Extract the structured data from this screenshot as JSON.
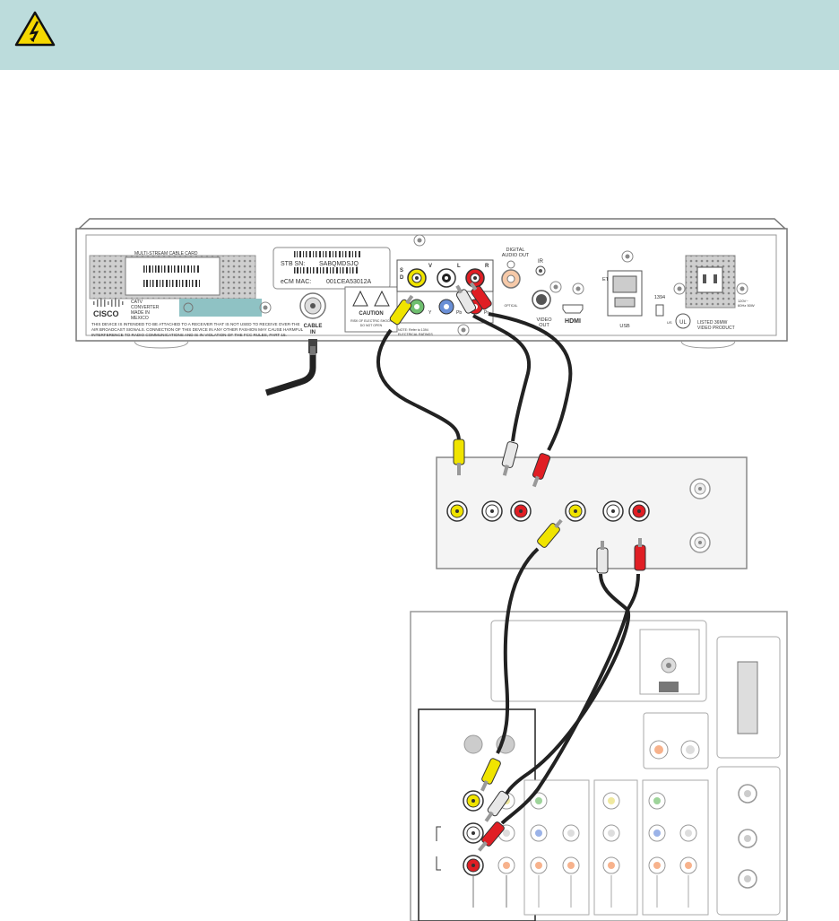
{
  "stb": {
    "cablecard": "MULTI-STREAM CABLE CARD",
    "stb_sn": "STB SN:",
    "stb_sn_value": "SABQMDSJQ",
    "ecm_mac": "eCM MAC:",
    "ecm_mac_value": "001CEA53012A",
    "brand": "CISCO",
    "catv1": "CATV",
    "catv2": "CONVERTER",
    "made1": "MADE IN",
    "made2": "MEXICO",
    "notice1": "THIS DEVICE IS INTENDED TO BE ATTACHED TO A RECEIVER THAT IS NOT USED TO RECEIVE OVER-THE",
    "notice2": "AIR BROADCAST SIGNALS. CONNECTION OF THIS DEVICE IN ANY OTHER FASHION MAY CAUSE HARMFUL",
    "notice3": "INTERFERENCE TO RADIO COMMUNICATIONS AND IS IN VIOLATION OF THE FCC RULES, PART 15.",
    "cable_in1": "CABLE",
    "cable_in2": "IN",
    "caution": "CAUTION",
    "caution_sub1": "RISK OF ELECTRIC SHOCK",
    "caution_sub2": "DO NOT OPEN",
    "sd1": "S",
    "sd2": "D",
    "v": "V",
    "l": "L",
    "r": "R",
    "y": "Y",
    "pb": "Pb",
    "pr": "Pr",
    "digital_audio_out1": "DIGITAL",
    "digital_audio_out2": "AUDIO OUT",
    "optical": "OPTICAL",
    "ir": "IR",
    "svideo1": "VIDEO",
    "svideo2": "OUT",
    "hdmi": "HDMI",
    "ethernet": "ETHERNET",
    "usb": "USB",
    "fw": "1394",
    "ul": "UL",
    "us": "US",
    "listed1": "LISTED 36MW",
    "listed2": "VIDEO PRODUCT",
    "power1": "120V~",
    "power2": "60Hz 50W",
    "note1": "NOTE: Refer to 1394",
    "note2": "ELECTRICAL RATINGS"
  },
  "colors": {
    "banner": "#bcdcdc",
    "warning": "#f5d800",
    "yellow": "#f0e400",
    "red": "#e01e24",
    "white": "#e8e8e8",
    "cable": "#222222"
  }
}
